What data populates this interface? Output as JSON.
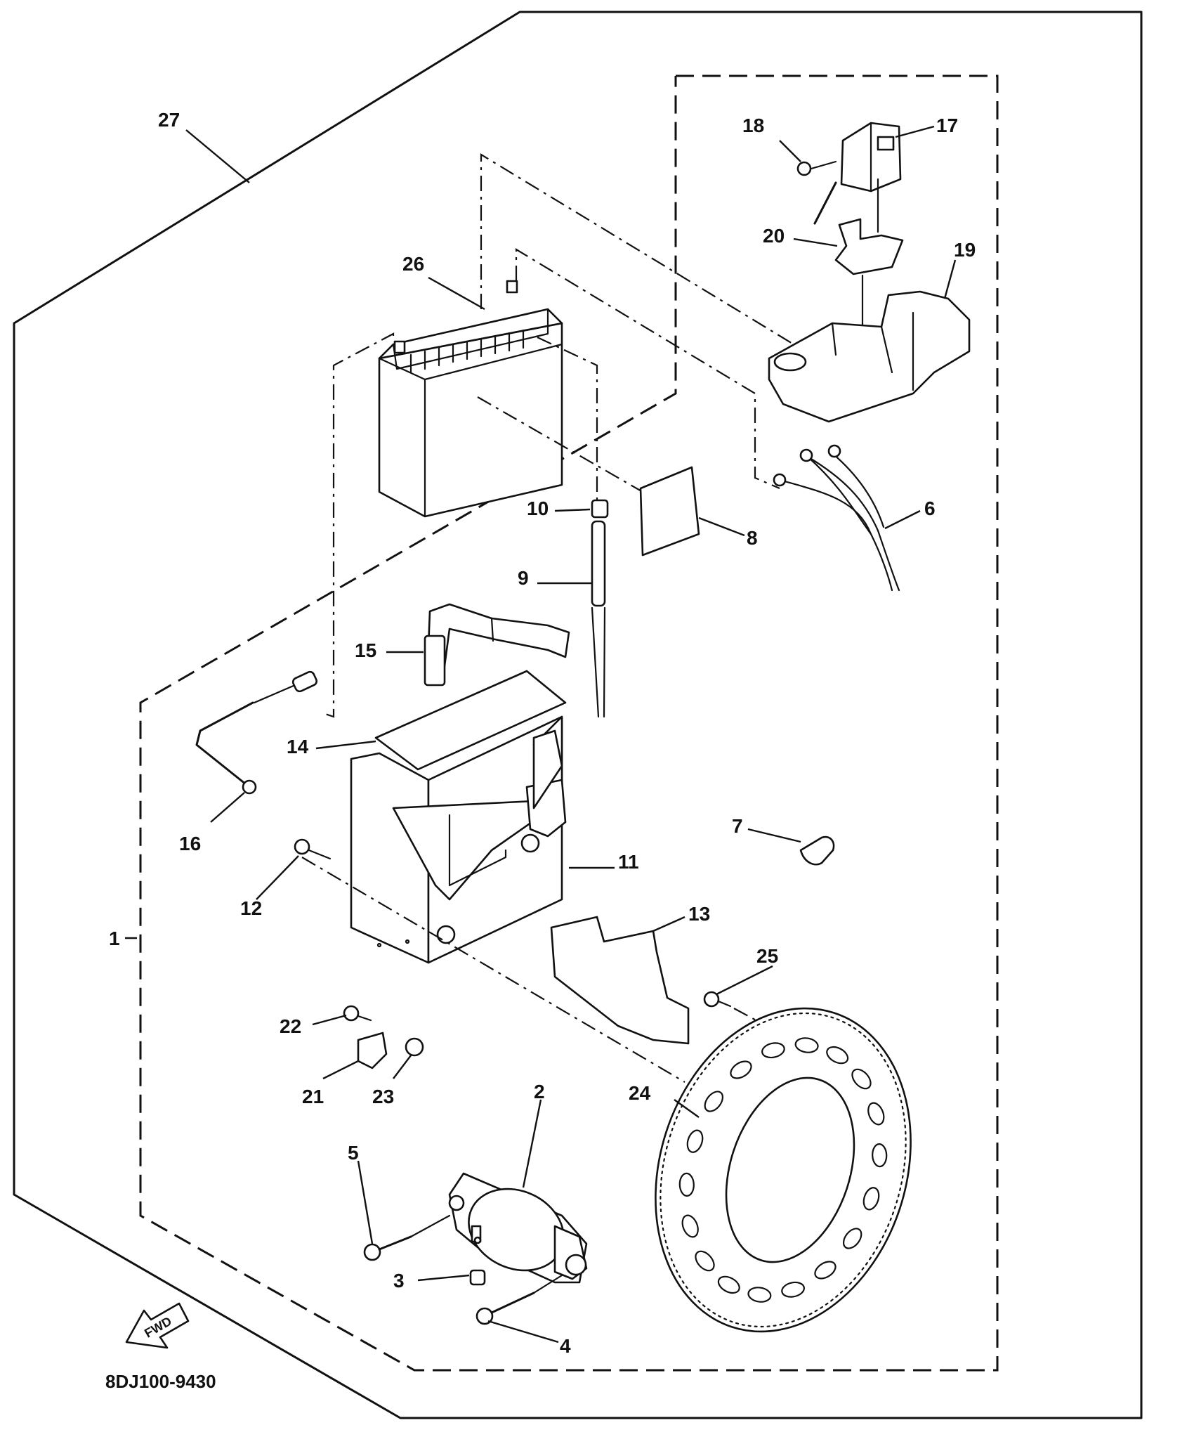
{
  "diagram": {
    "part_code": "8DJ100-9430",
    "direction_label": "FWD"
  },
  "callouts": [
    {
      "id": "c27",
      "label": "27"
    },
    {
      "id": "c26",
      "label": "26"
    },
    {
      "id": "c18",
      "label": "18"
    },
    {
      "id": "c17",
      "label": "17"
    },
    {
      "id": "c20",
      "label": "20"
    },
    {
      "id": "c19",
      "label": "19"
    },
    {
      "id": "c10",
      "label": "10"
    },
    {
      "id": "c8",
      "label": "8"
    },
    {
      "id": "c6",
      "label": "6"
    },
    {
      "id": "c9",
      "label": "9"
    },
    {
      "id": "c15",
      "label": "15"
    },
    {
      "id": "c14",
      "label": "14"
    },
    {
      "id": "c16",
      "label": "16"
    },
    {
      "id": "c7",
      "label": "7"
    },
    {
      "id": "c11",
      "label": "11"
    },
    {
      "id": "c12",
      "label": "12"
    },
    {
      "id": "c13",
      "label": "13"
    },
    {
      "id": "c1",
      "label": "1"
    },
    {
      "id": "c25",
      "label": "25"
    },
    {
      "id": "c22",
      "label": "22"
    },
    {
      "id": "c21",
      "label": "21"
    },
    {
      "id": "c23",
      "label": "23"
    },
    {
      "id": "c2",
      "label": "2"
    },
    {
      "id": "c24",
      "label": "24"
    },
    {
      "id": "c5",
      "label": "5"
    },
    {
      "id": "c3",
      "label": "3"
    },
    {
      "id": "c4",
      "label": "4"
    }
  ]
}
